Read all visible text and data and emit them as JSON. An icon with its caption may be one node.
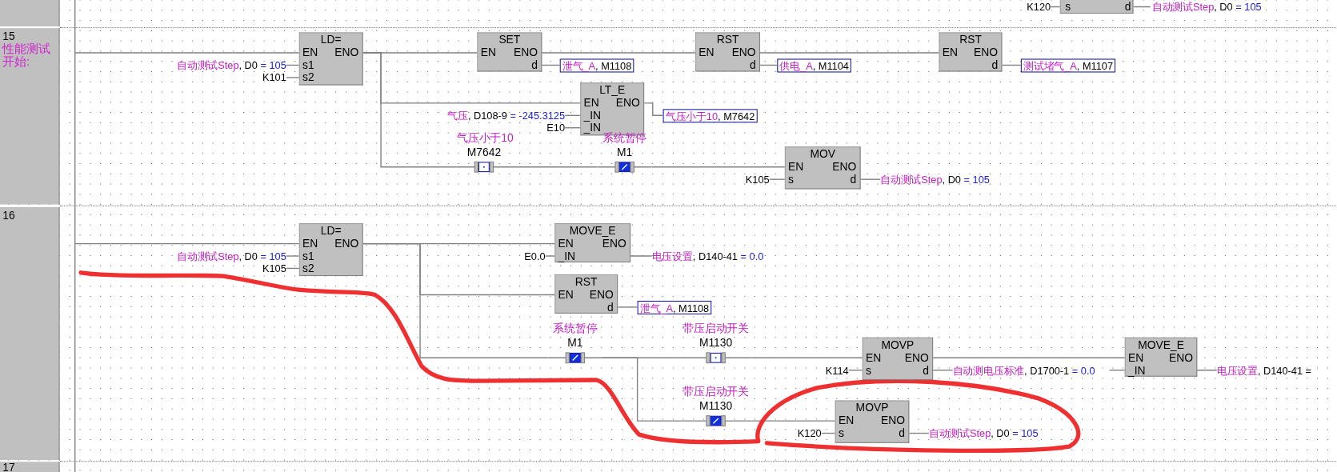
{
  "diagram": {
    "nodes": [
      {
        "text": [
          "自动测试Step, D0 = 105"
        ]
      },
      {
        "text": [
          "K101"
        ]
      },
      {
        "text": [
          "LD=",
          "EN",
          "ENO",
          "s1",
          "s2"
        ]
      },
      {
        "text": [
          "SET",
          "EN",
          "ENO",
          "d"
        ]
      },
      {
        "text": [
          "泄气_A, M1108"
        ]
      },
      {
        "text": [
          "RST",
          "EN",
          "ENO",
          "d"
        ]
      },
      {
        "text": [
          "供电_A, M1104"
        ]
      },
      {
        "text": [
          "RST",
          "EN",
          "ENO",
          "d"
        ]
      },
      {
        "text": [
          "测试堵气_A, M1107"
        ]
      },
      {
        "text": [
          "气压, D108-9 = -245.3125"
        ]
      },
      {
        "text": [
          "E10"
        ]
      },
      {
        "text": [
          "LT_E",
          "EN",
          "ENO",
          "_IN",
          "_IN"
        ]
      },
      {
        "text": [
          "气压小于10, M7642"
        ]
      },
      {
        "text": [
          "气压小于10",
          "M7642"
        ]
      },
      {
        "text": [
          "系统暂停",
          "M1"
        ]
      },
      {
        "text": [
          "K105"
        ]
      },
      {
        "text": [
          "MOV",
          "EN",
          "ENO",
          "s",
          "d"
        ]
      },
      {
        "text": [
          "自动测试Step, D0 = 105"
        ]
      },
      {
        "text": [
          "自动测试Step, D0 = 105"
        ]
      },
      {
        "text": [
          "K105"
        ]
      },
      {
        "text": [
          "LD=",
          "EN",
          "ENO",
          "s1",
          "s2"
        ]
      },
      {
        "text": [
          "E0.0"
        ]
      },
      {
        "text": [
          "MOVE_E",
          "EN",
          "ENO",
          "_IN"
        ]
      },
      {
        "text": [
          "电压设置, D140-41 = 0.0"
        ]
      },
      {
        "text": [
          "RST",
          "EN",
          "ENO",
          "d"
        ]
      },
      {
        "text": [
          "泄气_A, M1108"
        ]
      },
      {
        "text": [
          "系统暂停",
          "M1"
        ]
      },
      {
        "text": [
          "带压启动开关",
          "M1130"
        ]
      },
      {
        "text": [
          "K114"
        ]
      },
      {
        "text": [
          "MOVP",
          "EN",
          "ENO",
          "s",
          "d"
        ]
      },
      {
        "text": [
          "自动测电压标准, D1700-1 = 0.0"
        ]
      },
      {
        "text": [
          "MOVE_E",
          "EN",
          "ENO",
          "_IN"
        ]
      },
      {
        "text": [
          "电压设置, D140-41 ="
        ]
      },
      {
        "text": [
          "带压启动开关",
          "M1130"
        ]
      },
      {
        "text": [
          "K120"
        ]
      },
      {
        "text": [
          "MOVP",
          "EN",
          "ENO",
          "s",
          "d"
        ]
      },
      {
        "text": [
          "自动测试Step, D0 = 105"
        ]
      }
    ],
    "edges": [
      {
        "from": null,
        "to": 2,
        "arrow": "none"
      },
      {
        "from": 0,
        "to": 2,
        "arrow": "none"
      },
      {
        "from": 1,
        "to": 2,
        "arrow": "none"
      },
      {
        "from": 2,
        "to": 3,
        "arrow": "none"
      },
      {
        "from": 2,
        "to": 11,
        "arrow": "none"
      },
      {
        "from": 2,
        "to": 13,
        "arrow": "none"
      },
      {
        "from": 3,
        "to": 5,
        "arrow": "none"
      },
      {
        "from": 5,
        "to": 7,
        "arrow": "none"
      },
      {
        "from": 3,
        "to": 4,
        "arrow": "none"
      },
      {
        "from": 5,
        "to": 6,
        "arrow": "none"
      },
      {
        "from": 7,
        "to": 8,
        "arrow": "none"
      },
      {
        "from": 9,
        "to": 11,
        "arrow": "none"
      },
      {
        "from": 10,
        "to": 11,
        "arrow": "none"
      },
      {
        "from": 11,
        "to": 12,
        "arrow": "none"
      },
      {
        "from": 13,
        "to": 14,
        "arrow": "none"
      },
      {
        "from": 14,
        "to": 16,
        "arrow": "none"
      },
      {
        "from": 15,
        "to": 16,
        "arrow": "none"
      },
      {
        "from": 16,
        "to": 17,
        "arrow": "none"
      },
      {
        "from": null,
        "to": 20,
        "arrow": "none"
      },
      {
        "from": 18,
        "to": 20,
        "arrow": "none"
      },
      {
        "from": 19,
        "to": 20,
        "arrow": "none"
      },
      {
        "from": 20,
        "to": 22,
        "arrow": "none"
      },
      {
        "from": 20,
        "to": 24,
        "arrow": "none"
      },
      {
        "from": 20,
        "to": 26,
        "arrow": "none"
      },
      {
        "from": 21,
        "to": 22,
        "arrow": "none"
      },
      {
        "from": 22,
        "to": 23,
        "arrow": "none"
      },
      {
        "from": 24,
        "to": 25,
        "arrow": "none"
      },
      {
        "from": 26,
        "to": 27,
        "arrow": "none"
      },
      {
        "from": 26,
        "to": 33,
        "arrow": "none"
      },
      {
        "from": 27,
        "to": 29,
        "arrow": "none"
      },
      {
        "from": 28,
        "to": 29,
        "arrow": "none"
      },
      {
        "from": 29,
        "to": 30,
        "arrow": "none"
      },
      {
        "from": 29,
        "to": 31,
        "arrow": "none"
      },
      {
        "from": 30,
        "to": 31,
        "arrow": "none"
      },
      {
        "from": 31,
        "to": 32,
        "arrow": "none"
      },
      {
        "from": 33,
        "to": 35,
        "arrow": "none"
      },
      {
        "from": 34,
        "to": 35,
        "arrow": "none"
      },
      {
        "from": 35,
        "to": 36,
        "arrow": "none"
      }
    ],
    "labels": [
      "K120",
      "s",
      "d",
      "自动测试Step, D0 = 105",
      "15",
      "性能测试开始:",
      "16",
      "17"
    ]
  }
}
